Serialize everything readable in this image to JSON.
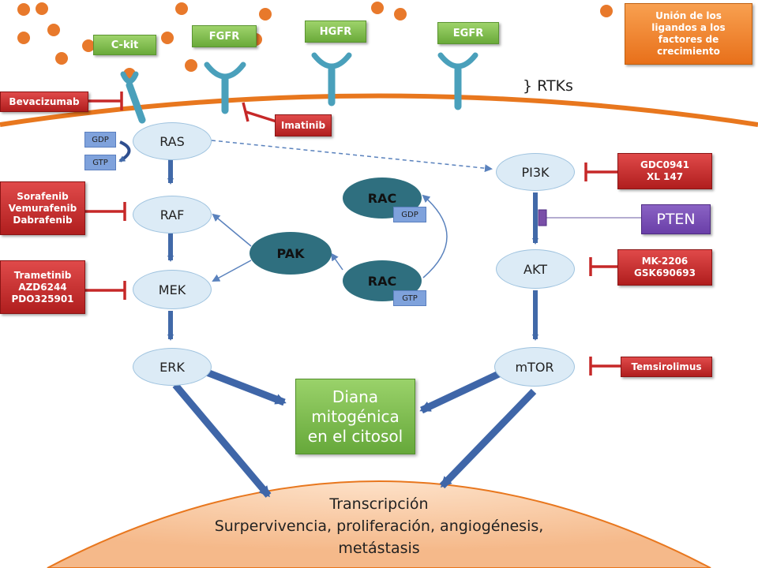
{
  "receptors": {
    "ckit": "C-kit",
    "fgfr": "FGFR",
    "hgfr": "HGFR",
    "egfr": "EGFR"
  },
  "ligand_note": "Unión de los ligandos a los factores de crecimiento",
  "rtks_label": "} RTKs",
  "nodes": {
    "ras": "RAS",
    "raf": "RAF",
    "mek": "MEK",
    "erk": "ERK",
    "pak": "PAK",
    "rac_top": "RAC",
    "rac_bottom": "RAC",
    "pi3k": "PI3K",
    "akt": "AKT",
    "mtor": "mTOR",
    "pten": "PTEN"
  },
  "tags": {
    "ras_gdp": "GDP",
    "ras_gtp": "GTP",
    "rac_gdp": "GDP",
    "rac_gtp": "GTP"
  },
  "drugs": {
    "bevacizumab": "Bevacizumab",
    "imatinib": "Imatinib",
    "raf_inhibitors": [
      "Sorafenib",
      "Vemurafenib",
      "Dabrafenib"
    ],
    "mek_inhibitors": [
      "Trametinib",
      "AZD6244",
      "PDO325901"
    ],
    "pi3k_inhibitors": [
      "GDC0941",
      "XL 147"
    ],
    "akt_inhibitors": [
      "MK-2206",
      "GSK690693"
    ],
    "mtor_inhibitor": "Temsirolimus"
  },
  "target": [
    "Diana",
    "mitogénica",
    "en el citosol"
  ],
  "outcome": {
    "line1": "Transcripción",
    "line2": "Surpervivencia, proliferación, angiogénesis,",
    "line3": "metástasis"
  },
  "colors": {
    "membrane": "#e8771e",
    "receptor": "#4aa0bb",
    "arrow": "#4169a8",
    "inhibitor": "#c62828",
    "nucleus": "#f5b98a"
  }
}
